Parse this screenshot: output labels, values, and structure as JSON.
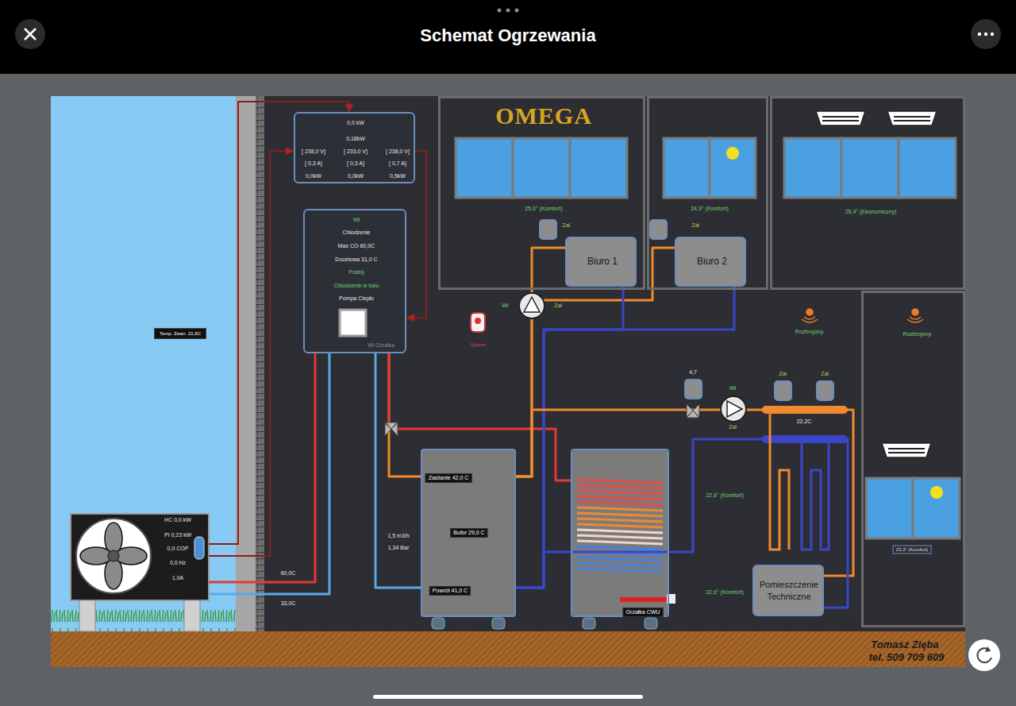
{
  "diagram": {
    "title": "Schemat Ogrzewania",
    "nodes": [
      {
        "text": [
          "0,0 kW",
          "0,18kW",
          "[ 238,0 V]",
          "[ 233,0 V]",
          "[ 238,0 V]",
          "[ 0,3 A]",
          "[ 0,3 A]",
          "[ 0,7 A]",
          "0,0kW",
          "0,0kW",
          "0,5kW"
        ]
      },
      {
        "text": [
          "OMEGA",
          "25,0° (Komfort)"
        ]
      },
      {
        "text": [
          "Biuro 1"
        ],
        "in": 1
      },
      {
        "text": [
          "24,9° (Komfort)"
        ]
      },
      {
        "text": [
          "Biuro 2"
        ],
        "in": 3
      },
      {
        "text": [
          "25,4° (Ekonomiczny)"
        ]
      },
      {
        "text": [
          "Wł",
          "Chłodzenie",
          "Max CO 60,0C",
          "Docelowa 31,0 C",
          "Postój",
          "Chłodzenie w toku",
          "Pompa Ciepło",
          "Wł Grzałka"
        ]
      },
      {
        "text": [
          "Temp. Zewn. 21,6C"
        ]
      },
      {
        "text": [
          "Rozbrojony.",
          "23,3° (Komfort)"
        ]
      },
      {
        "text": [
          "Zasilanie 42,0 C",
          "Bufor 29,0 C",
          "Powrót 41,0 C"
        ]
      },
      {
        "text": [
          "Grzałka CWU"
        ]
      },
      {
        "text": [
          "Pomieszczenie Techniczne"
        ]
      },
      {
        "text": [
          "HC 0,0 kW",
          "PI 0,23 kW",
          "0,0 COP",
          "0,0 Hz",
          "1,0A"
        ]
      }
    ],
    "edges": [
      {
        "from": 12,
        "to": 0,
        "arrow": "to"
      },
      {
        "from": 12,
        "to": 0,
        "arrow": "to"
      },
      {
        "from": 0,
        "to": 6,
        "arrow": "to"
      },
      {
        "from": 12,
        "to": 6,
        "label": "60,0C",
        "arrow": "none"
      },
      {
        "from": 6,
        "to": 12,
        "label": "33,0C",
        "arrow": "none"
      },
      {
        "from": 6,
        "to": 9,
        "arrow": "none"
      },
      {
        "from": 6,
        "to": 10,
        "arrow": "none"
      },
      {
        "from": 9,
        "to": 6,
        "arrow": "none"
      },
      {
        "from": 9,
        "to": 2,
        "arrow": "none"
      },
      {
        "from": 9,
        "to": 4,
        "arrow": "none"
      },
      {
        "from": 2,
        "to": 9,
        "arrow": "none"
      },
      {
        "from": 4,
        "to": 9,
        "arrow": "none"
      },
      {
        "from": 9,
        "to": 11,
        "arrow": "none"
      },
      {
        "from": 11,
        "to": 9,
        "arrow": "none"
      }
    ],
    "labels": [
      "1,5 m3/h",
      "1,34 Bar",
      "Wł",
      "Zał",
      "Zał",
      "Zał",
      "Syrena",
      "Rozbrojony.",
      "4,7",
      "Wł",
      "Zał",
      "Zał",
      "Zał",
      "22,2C",
      "22,6° (Komfort)",
      "22,6° (Komfort)",
      "Tomasz Zięba",
      "tel. 509 709 609"
    ]
  }
}
